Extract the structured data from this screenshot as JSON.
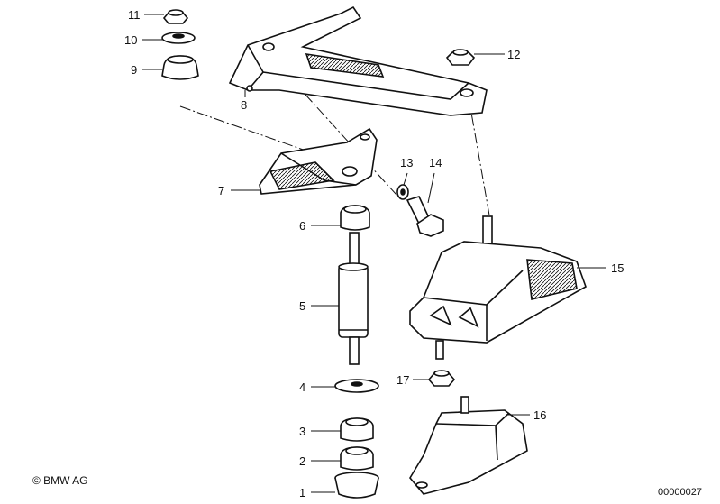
{
  "copyright": "© BMW AG",
  "document_number": "00000027",
  "callouts": [
    "1",
    "2",
    "3",
    "4",
    "5",
    "6",
    "7",
    "8",
    "9",
    "10",
    "11",
    "12",
    "13",
    "14",
    "15",
    "16",
    "17"
  ]
}
